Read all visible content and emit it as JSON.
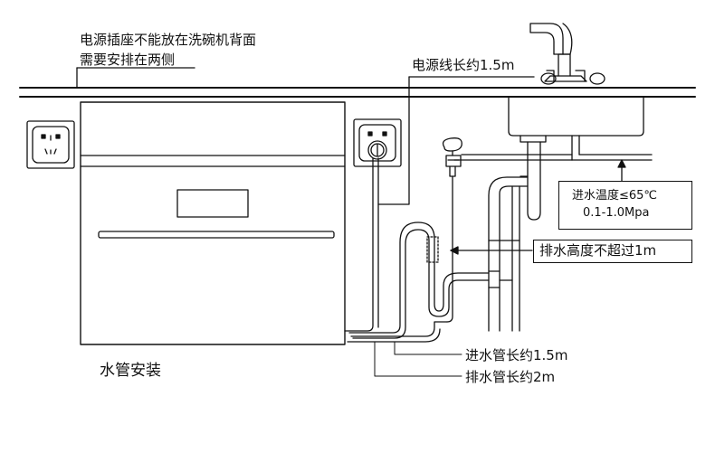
{
  "labels": {
    "outlet_note_line1": "电源插座不能放在洗碗机背面",
    "outlet_note_line2": "需要安排在两侧",
    "power_cord_length": "电源线长约1.5m",
    "inlet_temp_line1": "进水温度≤65℃",
    "inlet_temp_line2": "0.1-1.0Mpa",
    "drain_height": "排水高度不超过1m",
    "inlet_hose_length": "进水管长约1.5m",
    "drain_hose_length": "排水管长约2m",
    "caption": "水管安装"
  },
  "colors": {
    "line": "#111111",
    "background": "#ffffff",
    "hatch": "#555555"
  }
}
